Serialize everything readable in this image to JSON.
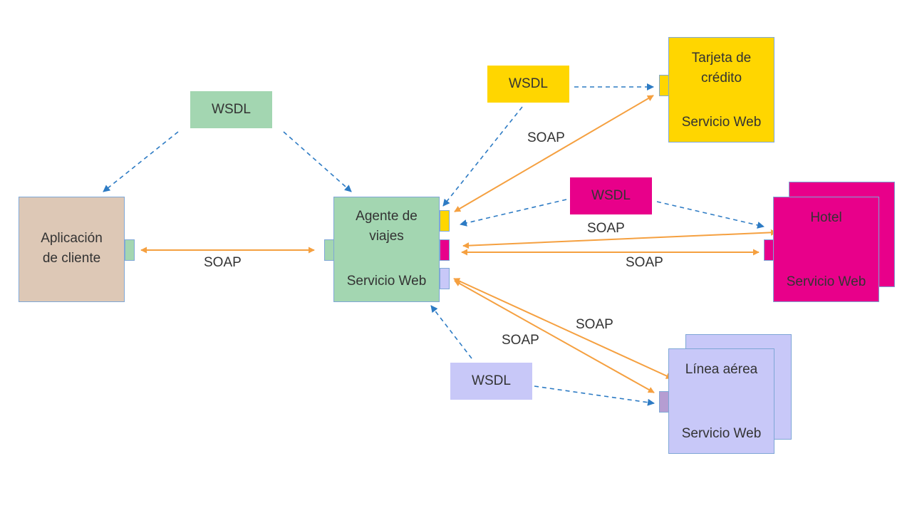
{
  "colors": {
    "green": "#a3d6b1",
    "tan": "#ddc8b6",
    "yellow": "#ffd600",
    "magenta": "#e8008a",
    "lavender": "#c8c8f8",
    "border": "#7fa7d6",
    "soap_arrow": "#f5a040",
    "wsdl_arrow": "#2d7bc4"
  },
  "client": {
    "line1": "Aplicación",
    "line2": "de cliente"
  },
  "agent": {
    "line1": "Agente de",
    "line2": "viajes",
    "service": "Servicio Web"
  },
  "credit": {
    "line1": "Tarjeta de",
    "line2": "crédito",
    "service": "Servicio Web"
  },
  "hotel": {
    "name": "Hotel",
    "service": "Servicio Web"
  },
  "airline": {
    "name": "Línea aérea",
    "service": "Servicio Web"
  },
  "wsdl": {
    "green": "WSDL",
    "yellow": "WSDL",
    "magenta": "WSDL",
    "lavender": "WSDL"
  },
  "soap": {
    "client_agent": "SOAP",
    "credit": "SOAP",
    "hotel_top": "SOAP",
    "hotel_bottom": "SOAP",
    "airline_left": "SOAP",
    "airline_right": "SOAP"
  }
}
